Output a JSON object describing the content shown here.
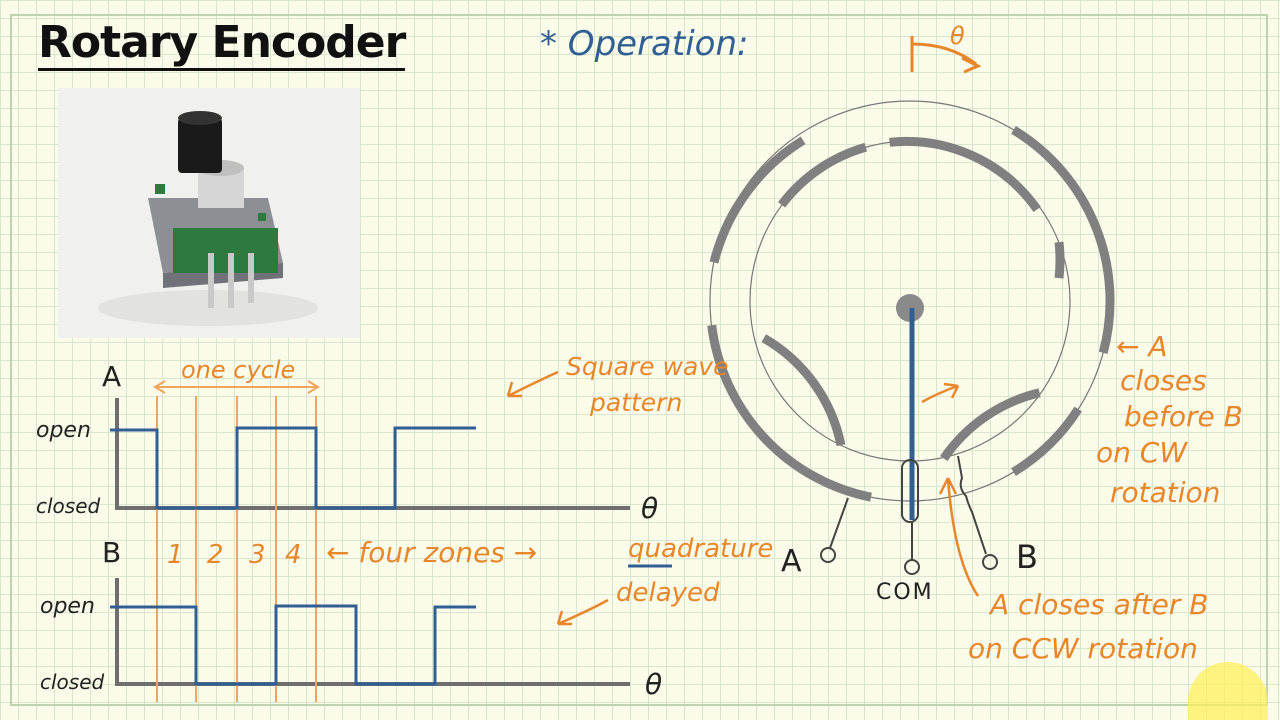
{
  "title": "Rotary Encoder",
  "operation_label": "* Operation:",
  "theta_symbol": "θ",
  "encoder_photo": "rotary-encoder-component",
  "waveform": {
    "a_label": "A",
    "b_label": "B",
    "open_label": "open",
    "closed_label": "closed",
    "x_axis_label": "θ",
    "one_cycle_label": "one cycle",
    "zones": [
      "1",
      "2",
      "3",
      "4"
    ],
    "four_zones_label": "← four zones →",
    "quadrature_label": "quadrature",
    "square_wave_label_line1": "Square wave",
    "square_wave_label_line2": "pattern",
    "delayed_label": "delayed"
  },
  "diagram": {
    "terminal_a": "A",
    "terminal_com": "COM",
    "terminal_b": "B",
    "cw_note": [
      "← A",
      "closes",
      "before B",
      "on CW",
      "rotation"
    ],
    "ccw_note": [
      "A closes after B",
      "on CCW rotation"
    ]
  },
  "colors": {
    "waveform": "#2f5f93",
    "annotation": "#e8862c",
    "segment": "#7a7a7a"
  }
}
